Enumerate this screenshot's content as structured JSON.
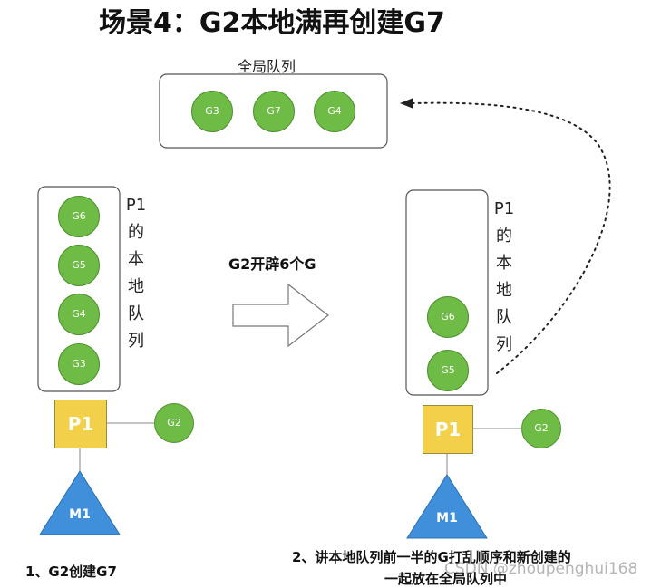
{
  "title": "场景4：G2本地满再创建G7",
  "global_queue": {
    "label": "全局队列",
    "items": [
      "G3",
      "G7",
      "G4"
    ]
  },
  "left": {
    "local_queue_label": [
      "P1",
      "的",
      "本",
      "地",
      "队",
      "列"
    ],
    "queue_items": [
      "G6",
      "G5",
      "G4",
      "G3"
    ],
    "processor": "P1",
    "running_goroutine": "G2",
    "machine": "M1",
    "caption": "1、G2创建G7"
  },
  "transition": {
    "label": "G2开辟6个G"
  },
  "right": {
    "local_queue_label": [
      "P1",
      "的",
      "本",
      "地",
      "队",
      "列"
    ],
    "queue_items": [
      "G6",
      "G5"
    ],
    "processor": "P1",
    "running_goroutine": "G2",
    "machine": "M1",
    "caption_line1": "2、讲本地队列前一半的G打乱顺序和新创建的",
    "caption_line2": "一起放在全局队列中"
  },
  "watermark": "CSDN @zhoupenghui168",
  "colors": {
    "goroutine_fill": "#6ebc45",
    "processor_fill": "#f2d04a",
    "machine_fill": "#3f8fdb",
    "queue_border": "#444444"
  }
}
